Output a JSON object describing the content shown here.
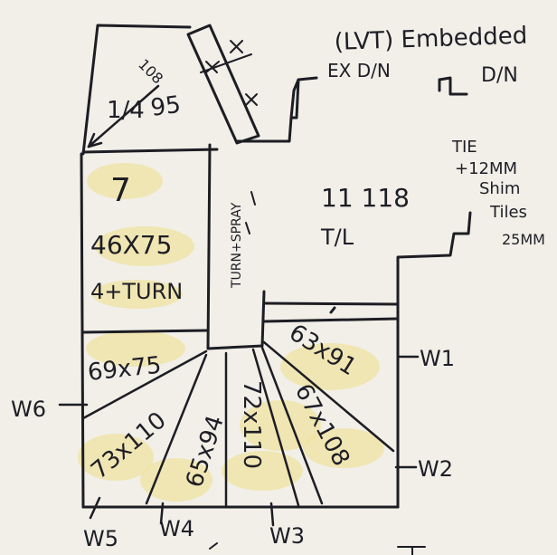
{
  "header": {
    "title": "(LVT) Embedded",
    "ex_door": "EX D/N",
    "door_right": "D/N"
  },
  "tile_note": [
    "TIE",
    "+12MM",
    "Shim",
    "Tiles",
    "25MM"
  ],
  "top_winder": {
    "l1": "1/4",
    "l2": "95",
    "l3": "108"
  },
  "landing": {
    "l1": "7",
    "l2": "46X75",
    "l3": "4+TURN"
  },
  "turn_spray": "TURN+SPRAY",
  "flight": {
    "l1": "11 118",
    "l2": "T/L"
  },
  "winders": [
    {
      "label": "W1",
      "size": "63x91"
    },
    {
      "label": "W2",
      "size": "67x108"
    },
    {
      "label": "W3",
      "size": "72x110"
    },
    {
      "label": "W4",
      "size": "65x94"
    },
    {
      "label": "W5",
      "size": "73x110"
    },
    {
      "label": "W6",
      "size": "69x75"
    }
  ],
  "colors": {
    "ink": "#1d1d24",
    "paper": "#f1efe8",
    "highlight": "#efe3a1"
  }
}
